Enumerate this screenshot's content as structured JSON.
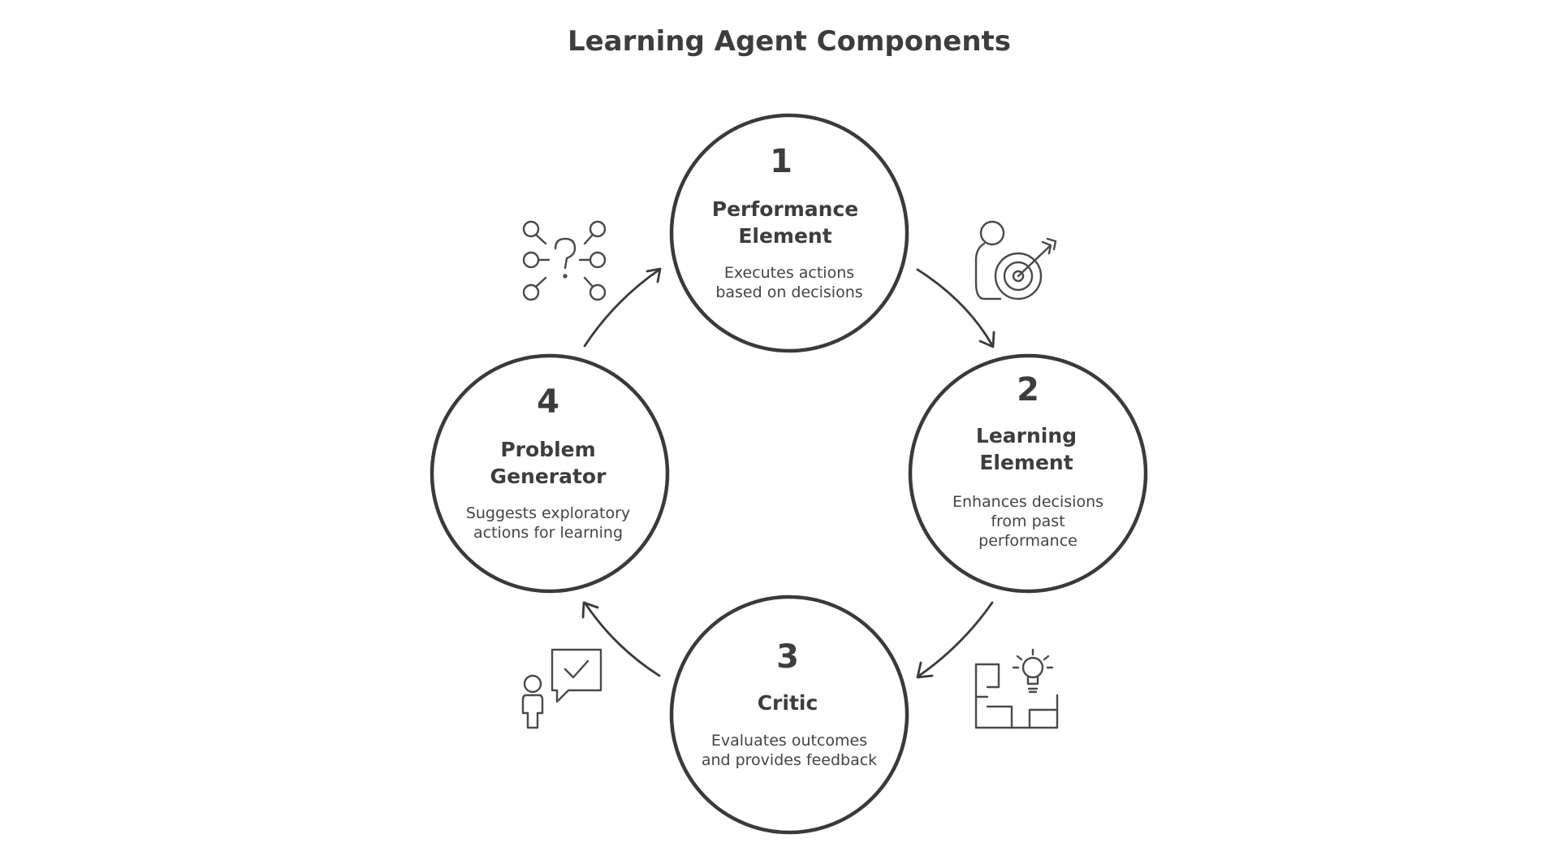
{
  "title": "Learning Agent Components",
  "nodes": [
    {
      "number": "1",
      "heading": [
        "Performance",
        "Element"
      ],
      "description": [
        "Executes actions",
        "based on decisions"
      ],
      "icon": "target-person-icon"
    },
    {
      "number": "2",
      "heading": [
        "Learning",
        "Element"
      ],
      "description": [
        "Enhances decisions",
        "from past",
        "performance"
      ],
      "icon": "lightbulb-blueprint-icon"
    },
    {
      "number": "3",
      "heading": [
        "Critic"
      ],
      "description": [
        "Evaluates outcomes",
        "and provides feedback"
      ],
      "icon": "feedback-checkmark-icon"
    },
    {
      "number": "4",
      "heading": [
        "Problem",
        "Generator"
      ],
      "description": [
        "Suggests exploratory",
        "actions for learning"
      ],
      "icon": "question-network-icon"
    }
  ],
  "colors": {
    "stroke": "#3a3a3a",
    "text": "#3d3d3d",
    "background": "#ffffff"
  }
}
